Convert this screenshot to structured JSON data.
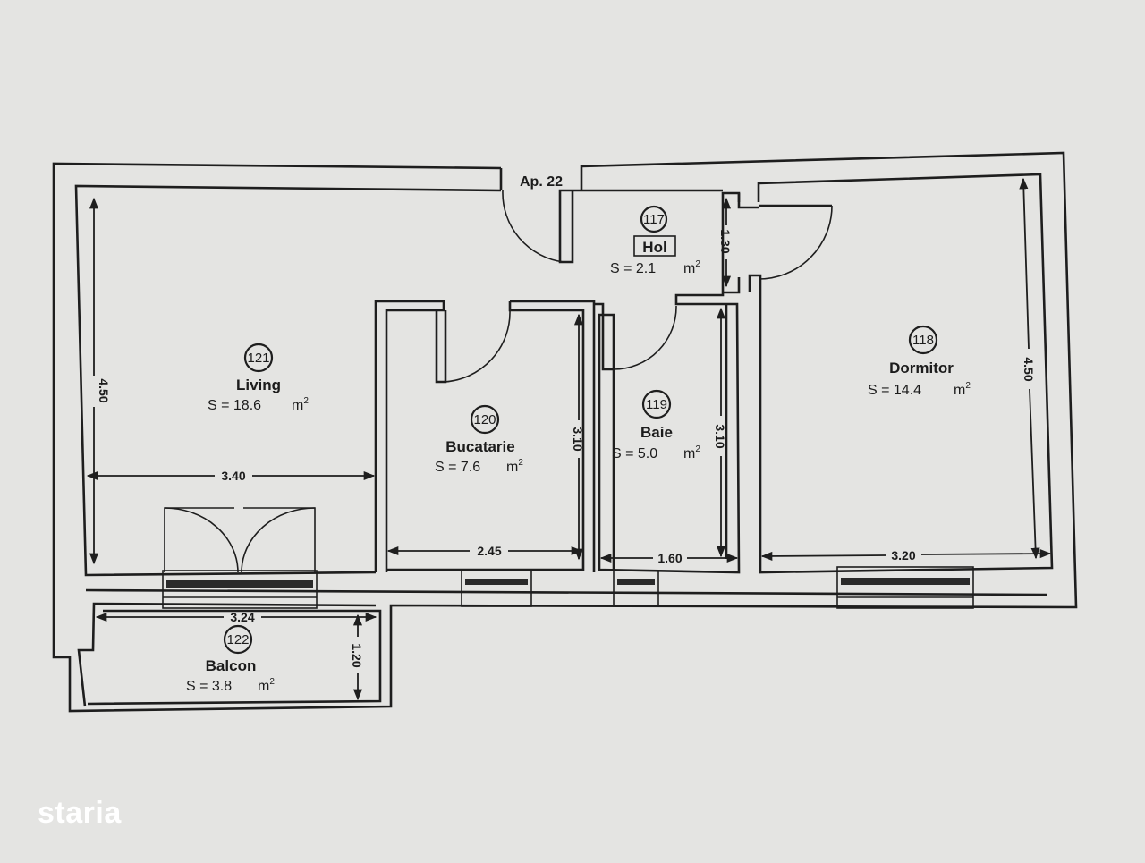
{
  "apartment_label": "Ap. 22",
  "area_unit": "m",
  "area_unit_sup": "2",
  "rooms": [
    {
      "id": "117",
      "name": "Hol",
      "area": "S = 2.1"
    },
    {
      "id": "118",
      "name": "Dormitor",
      "area": "S = 14.4"
    },
    {
      "id": "119",
      "name": "Baie",
      "area": "S = 5.0"
    },
    {
      "id": "120",
      "name": "Bucatarie",
      "area": "S = 7.6"
    },
    {
      "id": "121",
      "name": "Living",
      "area": "S = 18.6"
    },
    {
      "id": "122",
      "name": "Balcon",
      "area": "S = 3.8"
    }
  ],
  "dimensions": {
    "hol_height": "1.30",
    "living_height": "4.50",
    "living_width": "3.40",
    "bucatarie_height": "3.10",
    "bucatarie_width": "2.45",
    "baie_height": "3.10",
    "baie_width": "1.60",
    "dormitor_height": "4.50",
    "dormitor_width": "3.20",
    "balcon_width": "3.24",
    "balcon_height": "1.20"
  },
  "watermark": "staria"
}
